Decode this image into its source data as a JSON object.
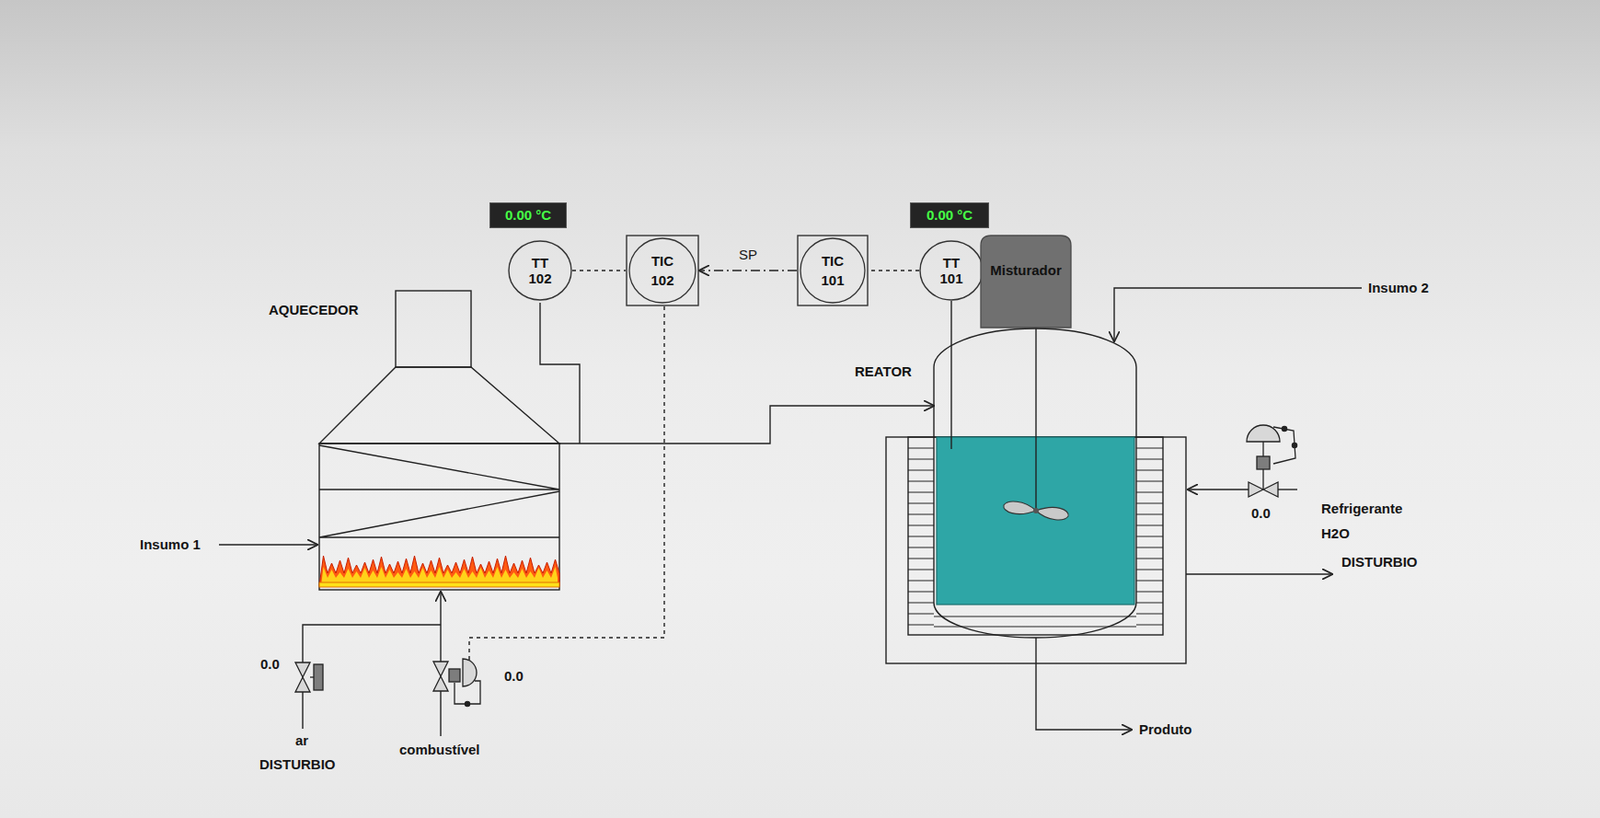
{
  "diagram": {
    "nodes": [
      {
        "text": [
          "0.00 °C"
        ]
      },
      {
        "text": [
          "0.00 °C"
        ]
      },
      {
        "text": [
          "TT",
          "102"
        ]
      },
      {
        "text": [
          "TIC",
          "102"
        ]
      },
      {
        "text": [
          "TIC",
          "101"
        ]
      },
      {
        "text": [
          "TT",
          "101"
        ]
      },
      {
        "text": [
          "Misturador"
        ]
      },
      {
        "text": [
          "AQUECEDOR"
        ]
      },
      {
        "text": [
          "REATOR"
        ]
      }
    ],
    "edges": [
      {
        "from": 2,
        "to": 3,
        "arrow": "none"
      },
      {
        "from": 4,
        "to": 3,
        "label": "SP",
        "arrow": "to"
      },
      {
        "from": 5,
        "to": 4,
        "arrow": "none"
      },
      {
        "from": 5,
        "to": 8,
        "arrow": "none"
      },
      {
        "from": 7,
        "to": 8,
        "arrow": "to"
      }
    ],
    "labels": [
      "Insumo 2",
      "Insumo 1",
      "0.0",
      "ar",
      "DISTURBIO",
      "0.0",
      "combustível",
      "0.0",
      "Refrigerante",
      "H2O",
      "DISTURBIO",
      "Produto"
    ]
  }
}
